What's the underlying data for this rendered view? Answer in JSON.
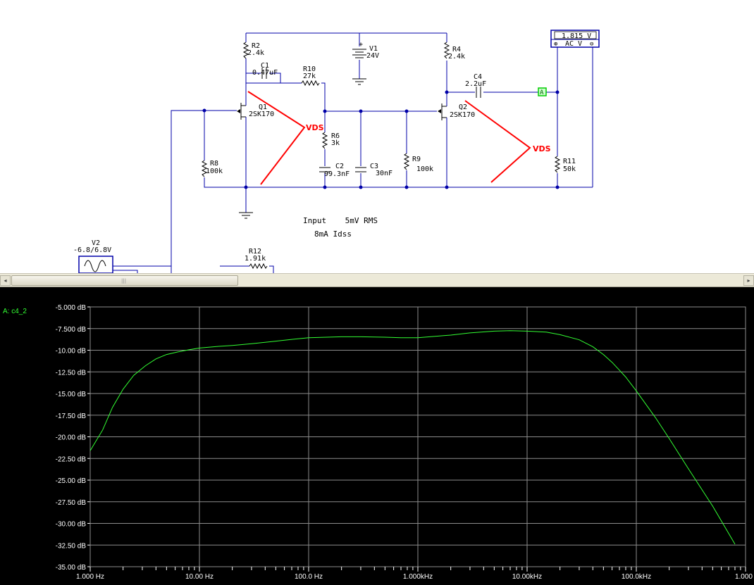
{
  "schematic": {
    "components": {
      "r2": {
        "name": "R2",
        "value": "2.4k"
      },
      "c1": {
        "name": "C1",
        "value": "0.47uF"
      },
      "r10": {
        "name": "R10",
        "value": "27k"
      },
      "v1": {
        "name": "V1",
        "value": "24V",
        "plus": "+"
      },
      "r4": {
        "name": "R4",
        "value": "2.4k"
      },
      "c4": {
        "name": "C4",
        "value": "2.2uF"
      },
      "q1": {
        "name": "Q1",
        "value": "2SK170"
      },
      "q2": {
        "name": "Q2",
        "value": "2SK170"
      },
      "r6": {
        "name": "R6",
        "value": "3k"
      },
      "c2": {
        "name": "C2",
        "value": "99.3nF"
      },
      "c3": {
        "name": "C3",
        "value": "30nF"
      },
      "r9": {
        "name": "R9",
        "value": "100k"
      },
      "r8": {
        "name": "R8",
        "value": "100k"
      },
      "r11": {
        "name": "R11",
        "value": "50k"
      },
      "v2": {
        "name": "V2",
        "value": "-6.8/6.8V"
      },
      "r12": {
        "name": "R12",
        "value": "1.91k"
      }
    },
    "vds_label_1": "VDS",
    "vds_label_2": "VDS",
    "probe_label": "A",
    "voltmeter": {
      "reading": "1.815 V",
      "mode_plus": "⊕",
      "mode": "AC V",
      "mode_minus": "⊖"
    },
    "notes": {
      "input": "Input    5mV RMS",
      "idss": "8mA Idss"
    }
  },
  "colors": {
    "wire": "#0000a8",
    "annotation": "#ff0000",
    "trace": "#33ff33",
    "grid": "#8c8c8c",
    "probe": "#00cc00"
  },
  "plot": {
    "series_label": "A: c4_2"
  },
  "chart_data": {
    "type": "line",
    "x_scale": "log",
    "xlim": [
      1,
      1000000
    ],
    "ylim": [
      -35,
      -5
    ],
    "y_ticks": [
      "-5.000 dB",
      "-7.500 dB",
      "-10.00 dB",
      "-12.50 dB",
      "-15.00 dB",
      "-17.50 dB",
      "-20.00 dB",
      "-22.50 dB",
      "-25.00 dB",
      "-27.50 dB",
      "-30.00 dB",
      "-32.50 dB",
      "-35.00 dB"
    ],
    "x_ticks": [
      "1.000 Hz",
      "10.00 Hz",
      "100.0 Hz",
      "1.000kHz",
      "10.00kHz",
      "100.0kHz",
      "1.000"
    ],
    "grid": true,
    "series": [
      {
        "name": "A: c4_2",
        "x": [
          1,
          1.3,
          1.6,
          2,
          2.5,
          3.2,
          4,
          5,
          6.3,
          8,
          10,
          15,
          20,
          30,
          50,
          70,
          100,
          200,
          300,
          500,
          700,
          1000,
          2000,
          3000,
          5000,
          7000,
          10000,
          15000,
          20000,
          30000,
          40000,
          50000,
          60000,
          70000,
          80000,
          100000,
          150000,
          200000,
          300000,
          500000,
          800000
        ],
        "y": [
          -21.6,
          -19.2,
          -16.6,
          -14.5,
          -12.9,
          -11.8,
          -11.0,
          -10.5,
          -10.2,
          -9.95,
          -9.75,
          -9.55,
          -9.45,
          -9.25,
          -8.95,
          -8.75,
          -8.55,
          -8.45,
          -8.45,
          -8.5,
          -8.55,
          -8.55,
          -8.25,
          -8.0,
          -7.8,
          -7.75,
          -7.8,
          -7.9,
          -8.2,
          -8.8,
          -9.6,
          -10.5,
          -11.4,
          -12.3,
          -13.1,
          -14.7,
          -17.8,
          -20.2,
          -23.7,
          -28.0,
          -32.4
        ]
      }
    ]
  }
}
